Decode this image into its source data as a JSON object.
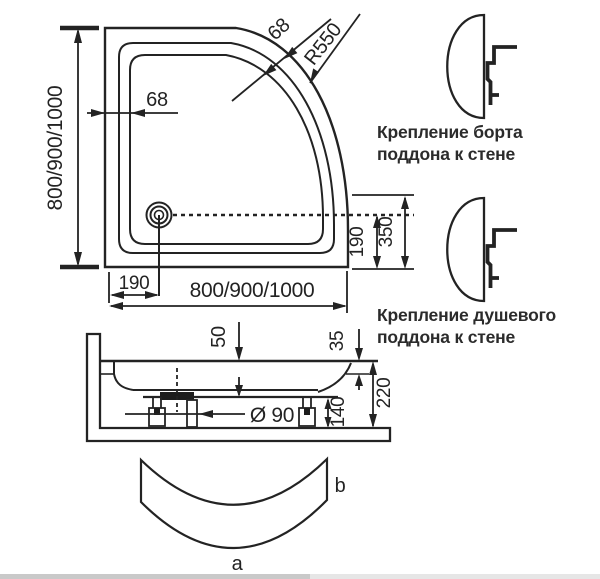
{
  "drawing": {
    "subject": "Quarter-round shower tray installation diagram",
    "background_color": "#ffffff",
    "line_color": "#232323"
  },
  "top_view": {
    "overall_depth": "800/900/1000",
    "overall_width": "800/900/1000",
    "rim_width_side": "68",
    "rim_width_diagonal": "68",
    "corner_radius": "R550",
    "drain_offset_from_left": "190",
    "drain_offset_from_front": "190",
    "axis_offset_from_front": "350"
  },
  "side_view": {
    "basin_depth": "50",
    "rim_edge_height": "35",
    "total_height": "220",
    "leg_height": "140",
    "drain_diameter": "Ø 90"
  },
  "wall_mount_top": {
    "line1": "Крепление борта",
    "line2": "поддона к стене"
  },
  "wall_mount_bottom": {
    "line1": "Крепление душевого",
    "line2": "поддона к стене"
  },
  "front_panel": {
    "label_a": "a",
    "label_b": "b"
  }
}
